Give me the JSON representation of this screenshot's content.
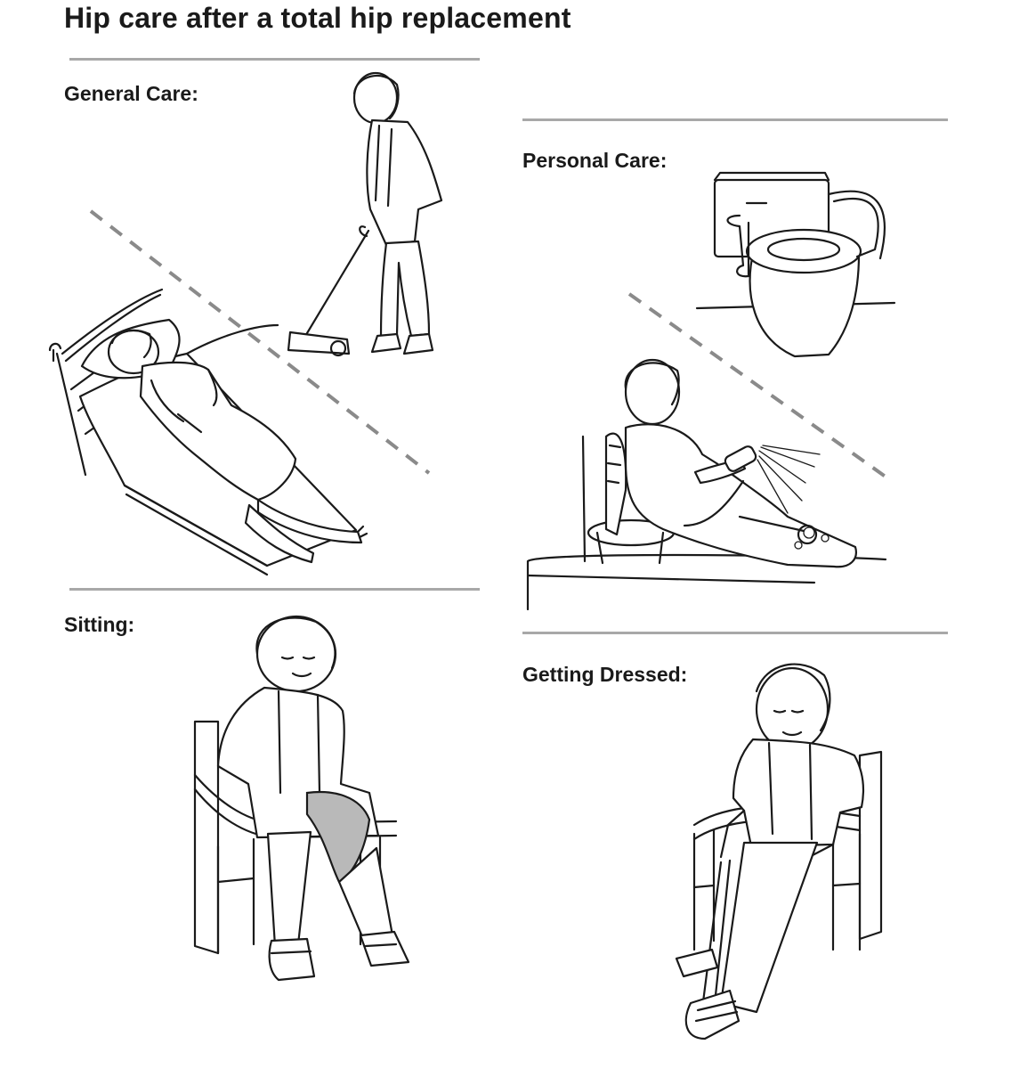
{
  "title": "Hip care after a total hip replacement",
  "sections": {
    "general_care": {
      "label": "General Care:"
    },
    "personal_care": {
      "label": "Personal Care:"
    },
    "sitting": {
      "label": "Sitting:"
    },
    "getting_dressed": {
      "label": "Getting Dressed:"
    }
  },
  "colors": {
    "divider": "#a8a8a8",
    "dashed_separator": "#8a8a8a",
    "ink": "#1a1a1a",
    "hip_highlight": "#b9b9b9"
  },
  "illustrations": {
    "general_care": [
      "woman-lying-in-bed",
      "woman-using-reacher-grabber"
    ],
    "personal_care": [
      "raised-toilet-seat-with-arms",
      "woman-on-shower-stool-with-handheld-sprayer"
    ],
    "sitting": [
      "woman-sitting-in-armchair"
    ],
    "getting_dressed": [
      "woman-using-sock-aid-in-armchair"
    ]
  }
}
